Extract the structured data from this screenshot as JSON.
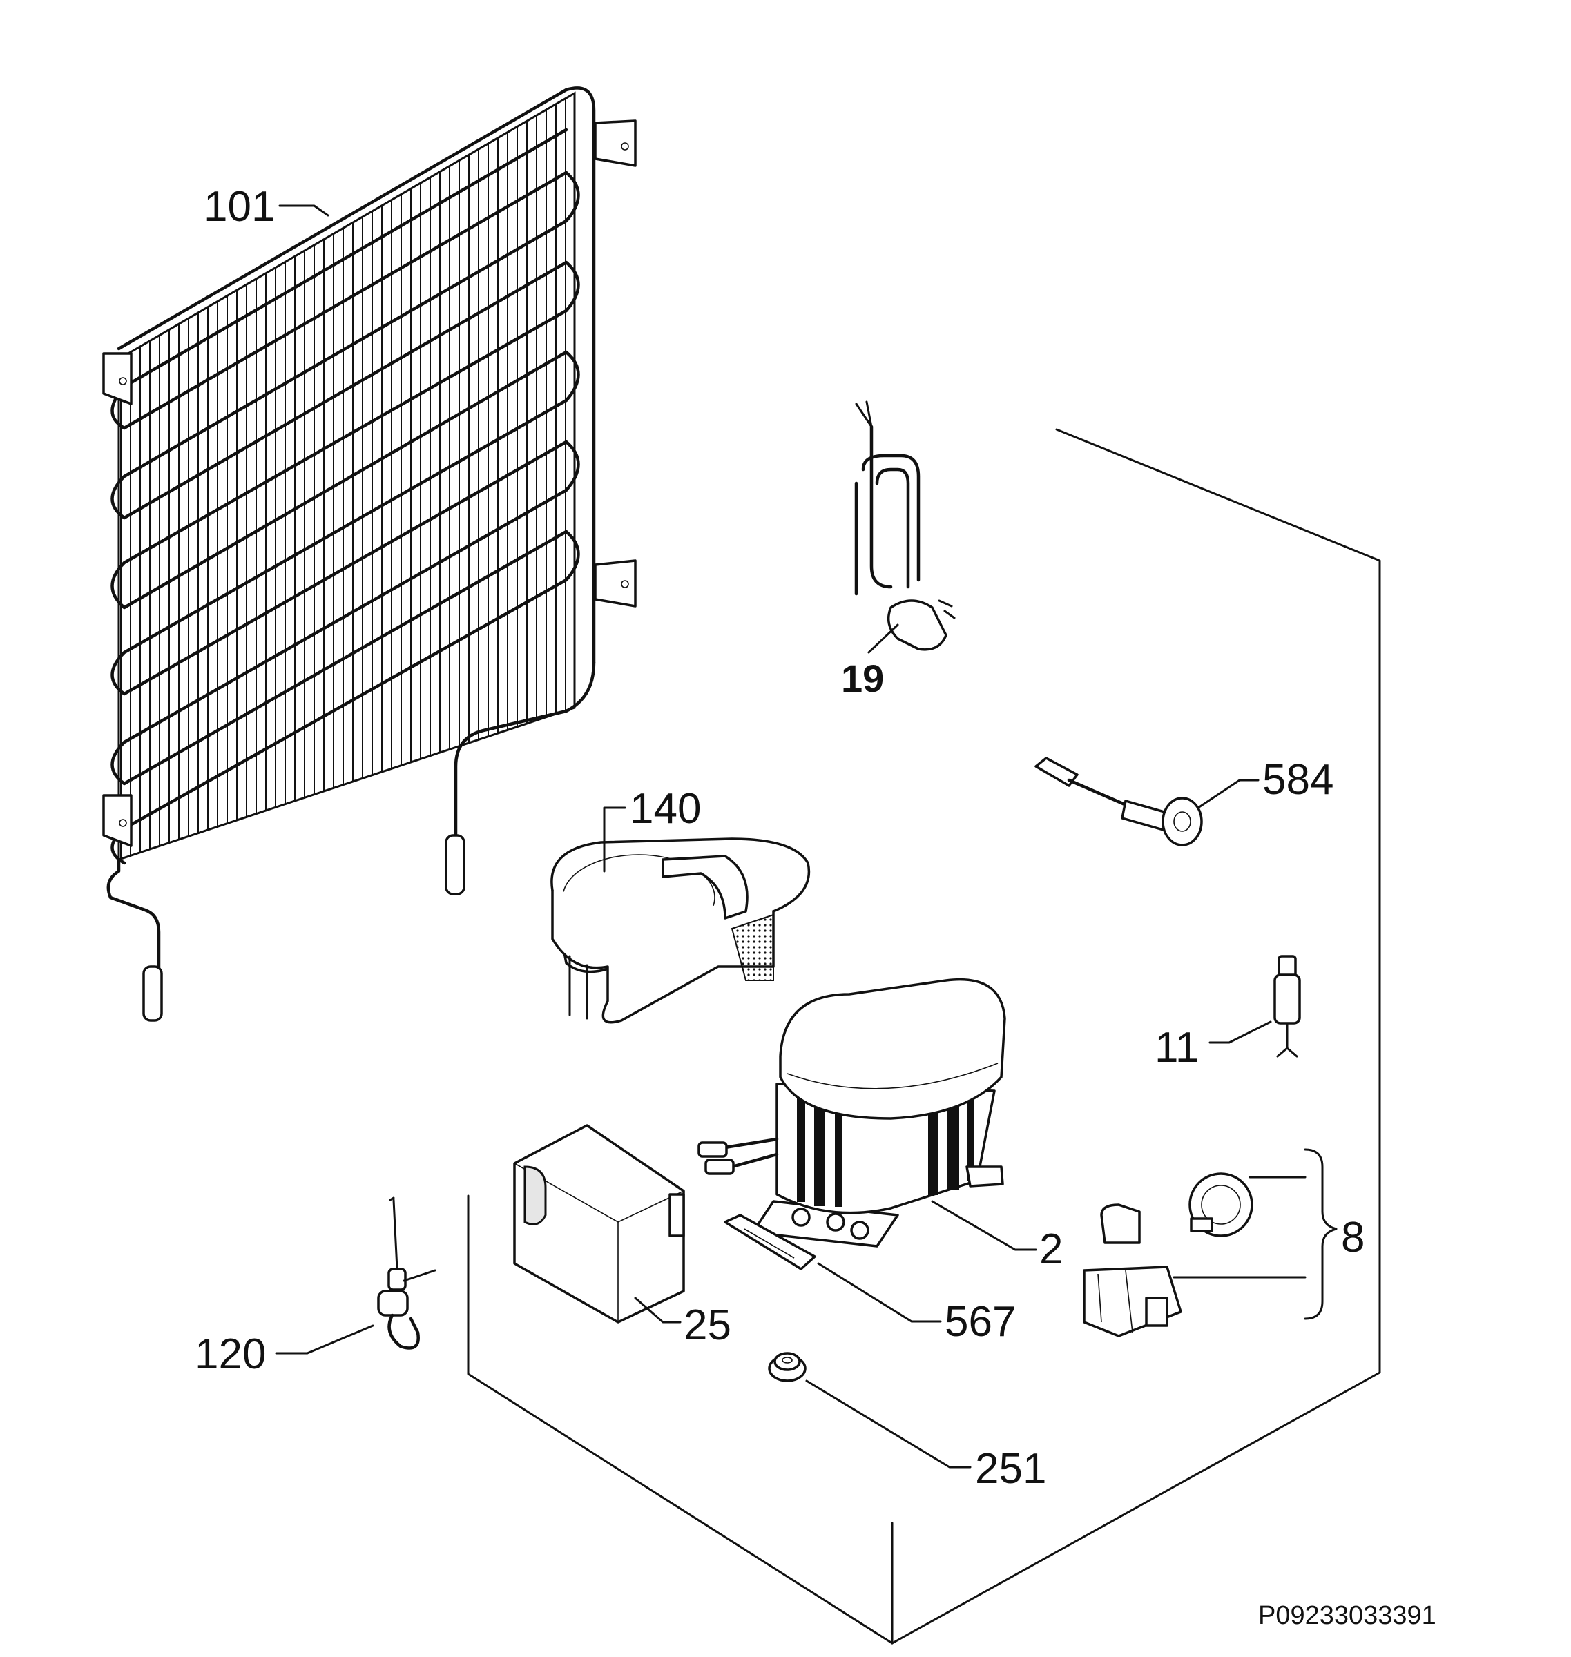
{
  "labels": {
    "condenser": "101",
    "power_cord": "19",
    "drip_tray": "140",
    "thermostat_sensor": "584",
    "filter_drier": "11",
    "starter_relay_group": "8",
    "compressor": "2",
    "compressor_bracket": "567",
    "capacitor_box": "25",
    "service_valve": "120",
    "rubber_grommet": "251"
  },
  "drawing_code": "P09233033391"
}
